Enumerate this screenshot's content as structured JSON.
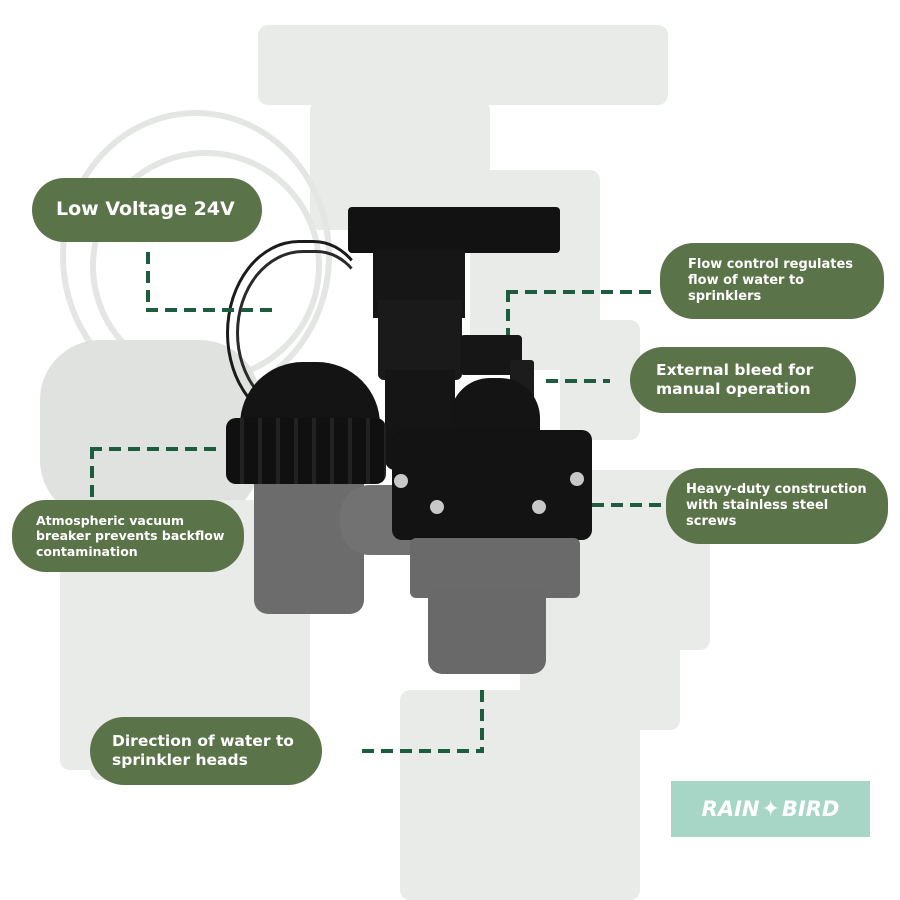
{
  "callouts": {
    "low_voltage": "Low Voltage 24V",
    "flow_control": [
      "Flow control regulates",
      "flow of water to",
      "sprinklers"
    ],
    "external_bleed": [
      "External bleed for",
      "manual operation"
    ],
    "heavy_duty": [
      "Heavy-duty construction",
      "with stainless steel",
      "screws"
    ],
    "vacuum_breaker": [
      "Atmospheric vacuum",
      "breaker prevents backflow",
      "contamination"
    ],
    "direction": [
      "Direction of water to",
      "sprinkler heads"
    ]
  },
  "logo": {
    "left": "RAIN",
    "right": "BIRD",
    "icon": "bird-icon"
  },
  "colors": {
    "pill_bg": "#5b7349",
    "connector": "#1d5c3f",
    "logo_bg": "#a8d6c6",
    "valve_black": "#111111",
    "valve_gray": "#6e6e6e"
  },
  "product": "anti-siphon irrigation valve"
}
